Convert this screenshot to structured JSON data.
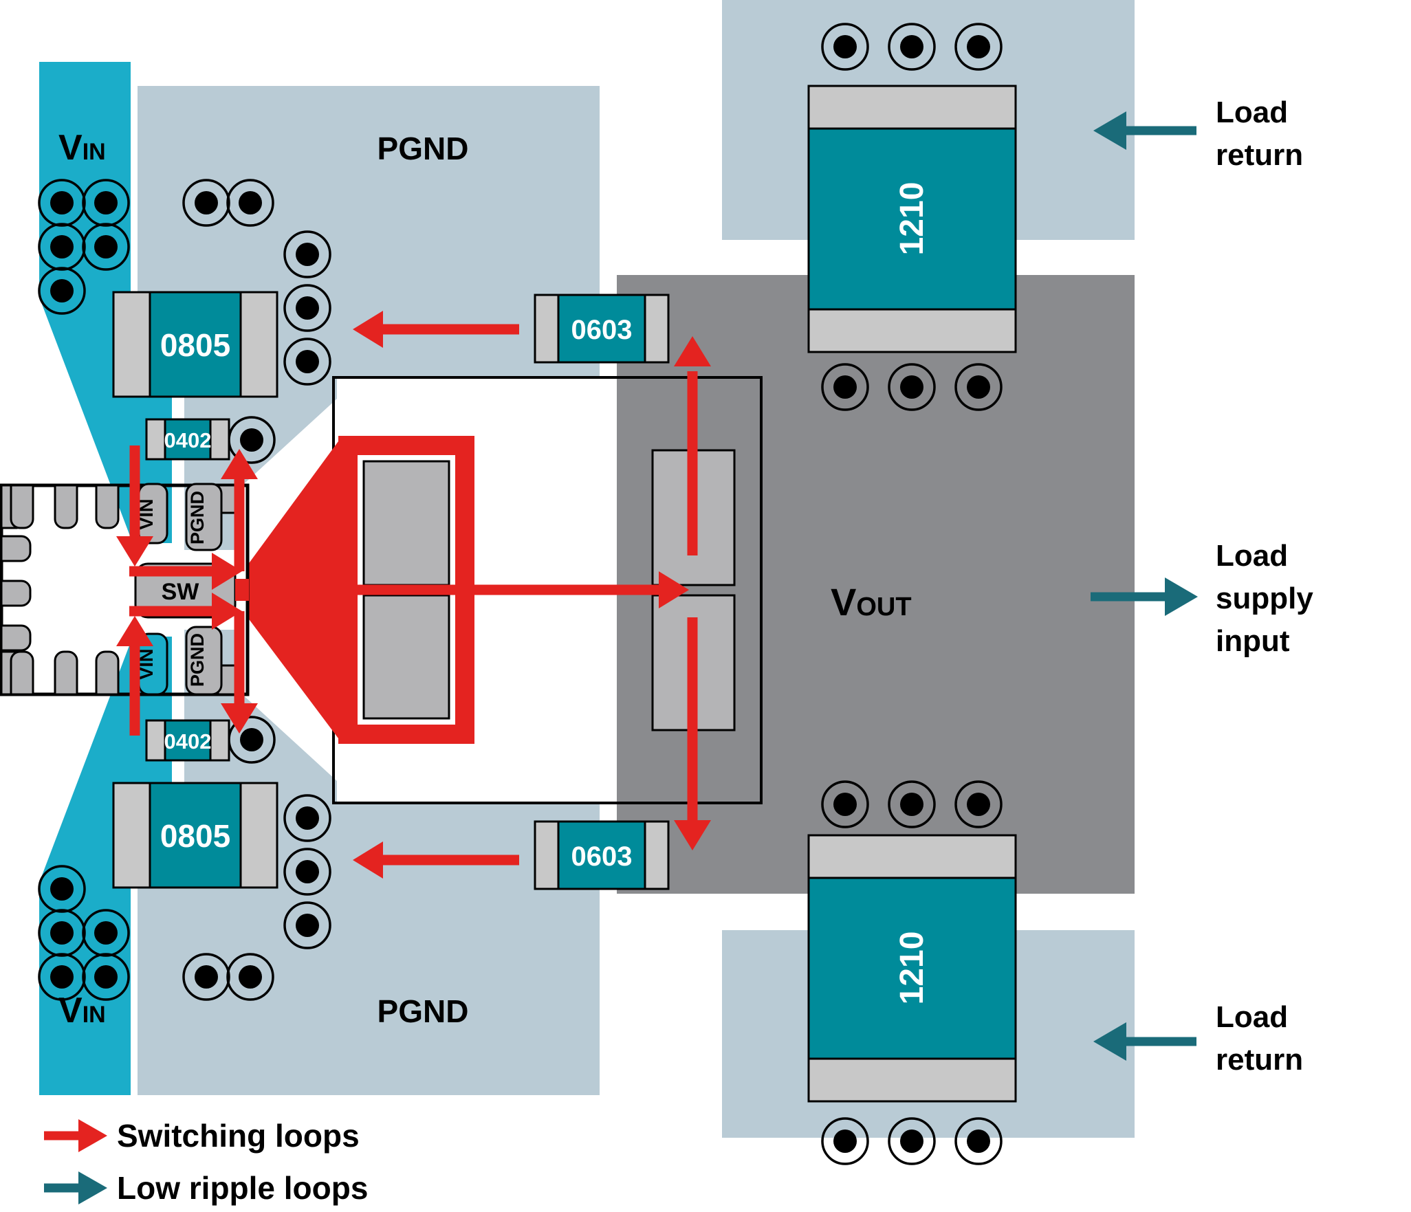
{
  "colors": {
    "vin_cyan": "#1badc9",
    "pgnd_blue": "#b9cbd5",
    "vout_gray": "#8a8b8e",
    "component_teal": "#008b9a",
    "pad_gray": "#c8c8c8",
    "ic_pin_gray": "#b4b4b6",
    "switching_red": "#e42320",
    "low_ripple_teal": "#1a6b79"
  },
  "labels": {
    "vin_main": "V",
    "vin_sub": "IN",
    "vout_main": "V",
    "vout_sub": "OUT",
    "pgnd": "PGND",
    "sw": "SW",
    "ic_vin": "VIN",
    "ic_pgnd": "PGND"
  },
  "components": {
    "c0805": "0805",
    "c0402": "0402",
    "c0603": "0603",
    "c1210": "1210"
  },
  "annotations": {
    "load_return": [
      "Load",
      "return"
    ],
    "load_supply": [
      "Load",
      "supply",
      "input"
    ]
  },
  "legend": {
    "switching": "Switching loops",
    "low_ripple": "Low ripple loops"
  }
}
